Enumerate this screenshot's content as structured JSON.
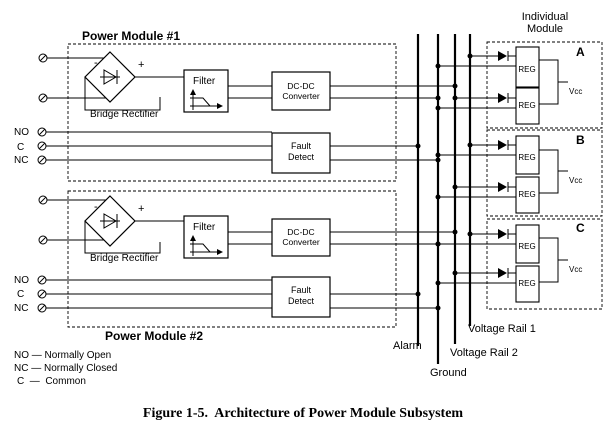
{
  "header": {
    "individual_line1": "Individual",
    "individual_line2": "Module"
  },
  "power_modules": [
    {
      "title": "Power Module #1",
      "bridge_label": "Bridge Rectifier",
      "plus": "+",
      "minus": "-",
      "filter_label": "Filter",
      "dcdc_line1": "DC-DC",
      "dcdc_line2": "Converter",
      "fault_line1": "Fault",
      "fault_line2": "Detect"
    },
    {
      "title": "Power Module #2",
      "bridge_label": "Bridge Rectifier",
      "plus": "+",
      "minus": "-",
      "filter_label": "Filter",
      "dcdc_line1": "DC-DC",
      "dcdc_line2": "Converter",
      "fault_line1": "Fault",
      "fault_line2": "Detect"
    }
  ],
  "terminals": {
    "no": "NO",
    "c": "C",
    "nc": "NC"
  },
  "buses": {
    "alarm": "Alarm",
    "ground": "Ground",
    "rail2": "Voltage Rail 2",
    "rail1": "Voltage Rail 1"
  },
  "modules": [
    {
      "letter": "A",
      "reg": "REG",
      "vcc": "Vcc"
    },
    {
      "letter": "B",
      "reg": "REG",
      "vcc": "Vcc"
    },
    {
      "letter": "C",
      "reg": "REG",
      "vcc": "Vcc"
    }
  ],
  "legend": {
    "no": "NO — Normally Open",
    "nc": "NC — Normally Closed",
    "c": "C  —  Common"
  },
  "caption": "Figure 1-5.  Architecture of Power Module Subsystem"
}
